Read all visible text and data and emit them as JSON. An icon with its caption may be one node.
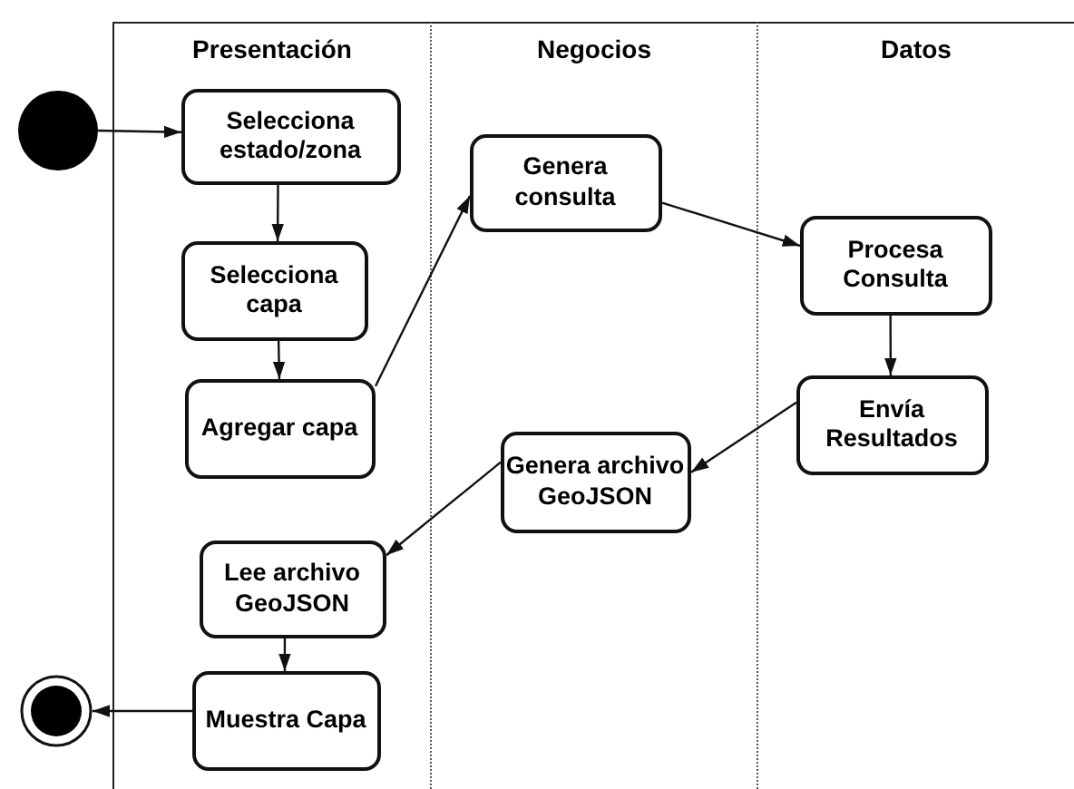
{
  "diagram": {
    "nodes": [
      {
        "text": [
          "Presentación"
        ]
      },
      {
        "text": [
          "Negocios"
        ]
      },
      {
        "text": [
          "Datos"
        ]
      },
      {
        "text": [],
        "shape": "circle"
      },
      {
        "text": [
          "Selecciona estado/zona"
        ],
        "in": 0
      },
      {
        "text": [
          "Genera consulta"
        ],
        "in": 1
      },
      {
        "text": [
          "Selecciona capa"
        ],
        "in": 0
      },
      {
        "text": [
          "Procesa Consulta"
        ],
        "in": 2
      },
      {
        "text": [
          "Agregar capa"
        ],
        "in": 0
      },
      {
        "text": [
          "Envía Resultados"
        ],
        "in": 2
      },
      {
        "text": [
          "Genera archivo GeoJSON"
        ],
        "in": 1
      },
      {
        "text": [
          "Lee archivo GeoJSON"
        ],
        "in": 0
      },
      {
        "text": [
          "Muestra Capa"
        ],
        "in": 0
      },
      {
        "text": [],
        "shape": "bullseye"
      }
    ],
    "edges": [
      {
        "from": 3,
        "to": 4,
        "arrow": "to"
      },
      {
        "from": 4,
        "to": 6,
        "arrow": "to"
      },
      {
        "from": 6,
        "to": 8,
        "arrow": "to"
      },
      {
        "from": 8,
        "to": 5,
        "arrow": "to"
      },
      {
        "from": 5,
        "to": 7,
        "arrow": "to"
      },
      {
        "from": 7,
        "to": 9,
        "arrow": "to"
      },
      {
        "from": 9,
        "to": 10,
        "arrow": "to"
      },
      {
        "from": 10,
        "to": 11,
        "arrow": "to"
      },
      {
        "from": 11,
        "to": 12,
        "arrow": "to"
      },
      {
        "from": 12,
        "to": 13,
        "arrow": "to"
      }
    ]
  }
}
